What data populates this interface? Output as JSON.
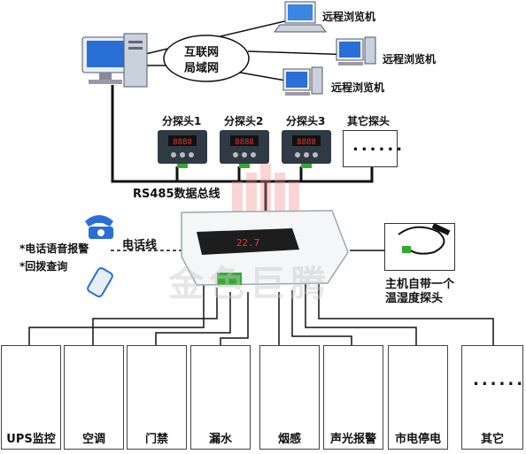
{
  "network": {
    "title_line1": "互联网",
    "title_line2": "局域网"
  },
  "remote": [
    "远程浏览机",
    "远程浏览机",
    "远程浏览机"
  ],
  "probes": [
    {
      "label": "分探头1"
    },
    {
      "label": "分探头2"
    },
    {
      "label": "分探头3"
    },
    {
      "label": "其它探头",
      "dots": "......"
    }
  ],
  "bus_label": "RS485数据总线",
  "phone": {
    "line_label": "电话线",
    "feature1": "*电话语音报警",
    "feature2": "*回拨查询"
  },
  "sensor": {
    "line1": "主机自带一个",
    "line2": "温湿度探头"
  },
  "devices": [
    "UPS监控",
    "空调",
    "门禁",
    "漏水",
    "烟感",
    "声光报警",
    "市电停电",
    "其它"
  ],
  "other_dots": "......",
  "watermark": "金色巨腾",
  "colors": {
    "accent": "#2a6fd6",
    "led": "#e33",
    "panel": "#2f3a45"
  }
}
